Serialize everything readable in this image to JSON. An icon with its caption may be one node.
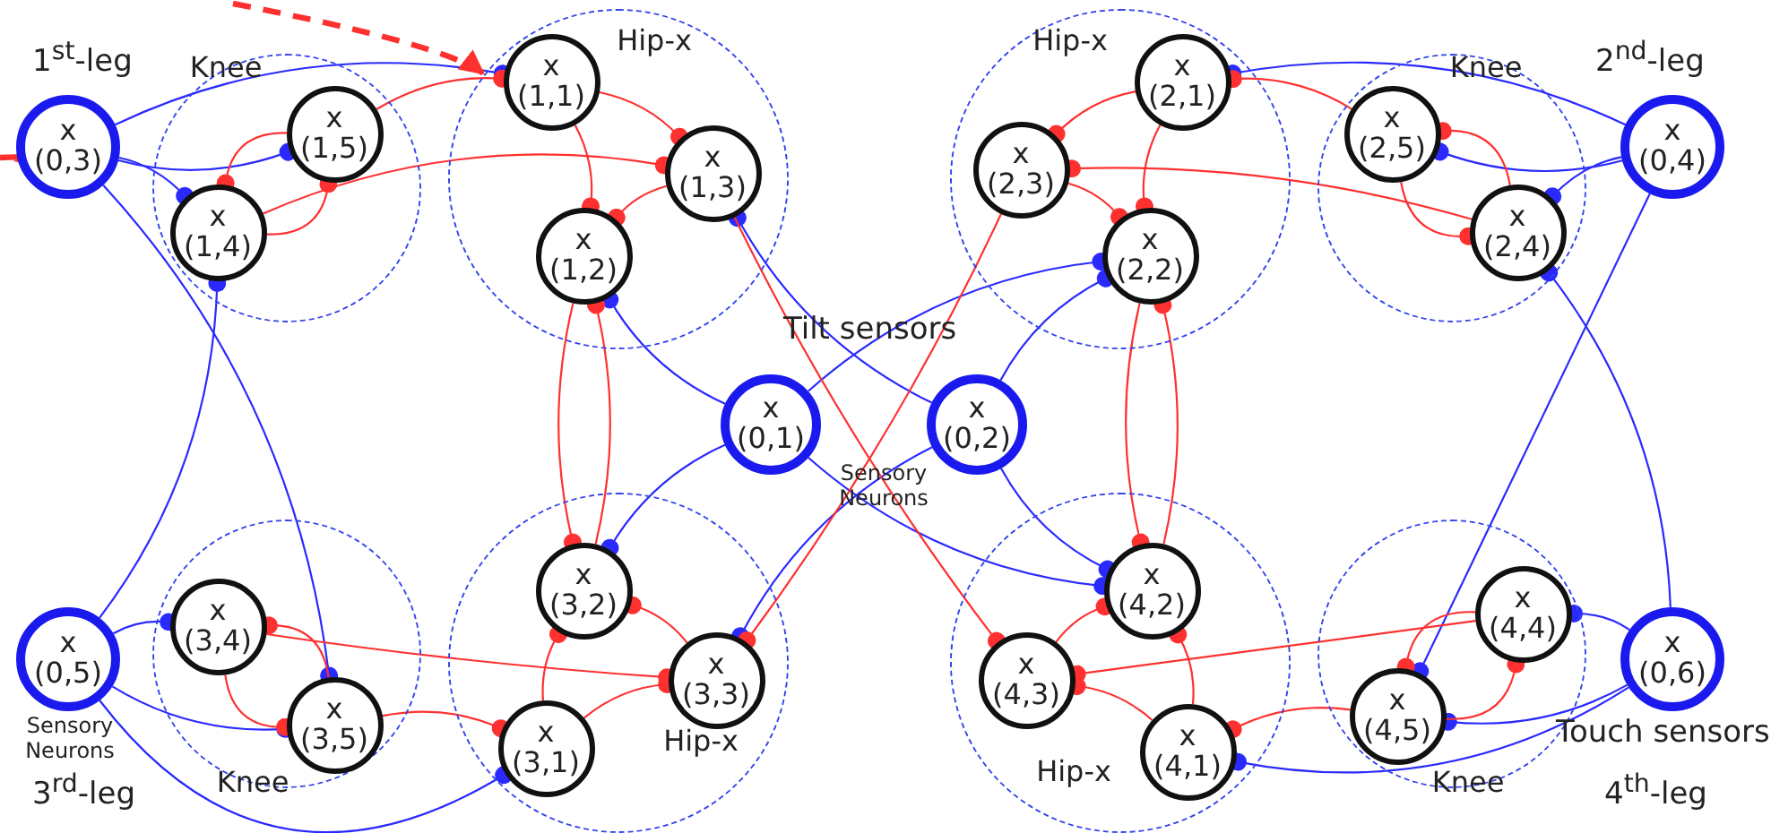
{
  "diagram": {
    "nodes": [
      {
        "text": [
          "Knee"
        ]
      },
      {
        "text": [
          "x (1,5)"
        ],
        "in": 0
      },
      {
        "text": [
          "x (1,4)"
        ],
        "in": 0
      },
      {
        "text": [
          "Hip-x"
        ]
      },
      {
        "text": [
          "x (1,1)"
        ],
        "in": 3
      },
      {
        "text": [
          "x (1,3)"
        ],
        "in": 3
      },
      {
        "text": [
          "x (1,2)"
        ],
        "in": 3
      },
      {
        "text": [
          "Hip-x"
        ]
      },
      {
        "text": [
          "x (2,3)"
        ],
        "in": 7
      },
      {
        "text": [
          "x (2,1)"
        ],
        "in": 7
      },
      {
        "text": [
          "x (2,2)"
        ],
        "in": 7
      },
      {
        "text": [
          "Knee"
        ]
      },
      {
        "text": [
          "x (2,5)"
        ],
        "in": 11
      },
      {
        "text": [
          "x (2,4)"
        ],
        "in": 11
      },
      {
        "text": [
          "x (0,3)"
        ]
      },
      {
        "text": [
          "x (0,4)"
        ]
      },
      {
        "text": [
          "x (0,1)"
        ]
      },
      {
        "text": [
          "x (0,2)"
        ]
      },
      {
        "text": [
          "x (0,5)"
        ]
      },
      {
        "text": [
          "x (0,6)"
        ]
      },
      {
        "text": [
          "Knee"
        ]
      },
      {
        "text": [
          "x (3,4)"
        ],
        "in": 20
      },
      {
        "text": [
          "x (3,5)"
        ],
        "in": 20
      },
      {
        "text": [
          "Hip-x"
        ]
      },
      {
        "text": [
          "x (3,2)"
        ],
        "in": 23
      },
      {
        "text": [
          "x (3,3)"
        ],
        "in": 23
      },
      {
        "text": [
          "x (3,1)"
        ],
        "in": 23
      },
      {
        "text": [
          "Hip-x"
        ]
      },
      {
        "text": [
          "x (4,2)"
        ],
        "in": 27
      },
      {
        "text": [
          "x (4,3)"
        ],
        "in": 27
      },
      {
        "text": [
          "x (4,1)"
        ],
        "in": 27
      },
      {
        "text": [
          "Knee"
        ]
      },
      {
        "text": [
          "x (4,4)"
        ],
        "in": 31
      },
      {
        "text": [
          "x (4,5)"
        ],
        "in": 31
      }
    ],
    "edges": [
      {
        "from": 14,
        "to": 2,
        "arrow": "other",
        "color": "#2a2aff"
      },
      {
        "from": 14,
        "to": 1,
        "arrow": "other",
        "color": "#2a2aff"
      },
      {
        "from": 14,
        "to": 4,
        "arrow": "other",
        "color": "#2a2aff"
      },
      {
        "from": 15,
        "to": 13,
        "arrow": "other",
        "color": "#2a2aff"
      },
      {
        "from": 15,
        "to": 12,
        "arrow": "other",
        "color": "#2a2aff"
      },
      {
        "from": 15,
        "to": 9,
        "arrow": "other",
        "color": "#2a2aff"
      },
      {
        "from": 18,
        "to": 21,
        "arrow": "other",
        "color": "#2a2aff"
      },
      {
        "from": 18,
        "to": 22,
        "arrow": "other",
        "color": "#2a2aff"
      },
      {
        "from": 18,
        "to": 26,
        "arrow": "other",
        "color": "#2a2aff"
      },
      {
        "from": 19,
        "to": 32,
        "arrow": "other",
        "color": "#2a2aff"
      },
      {
        "from": 19,
        "to": 33,
        "arrow": "other",
        "color": "#2a2aff"
      },
      {
        "from": 19,
        "to": 30,
        "arrow": "other",
        "color": "#2a2aff"
      },
      {
        "from": 14,
        "to": 22,
        "arrow": "other",
        "color": "#2a2aff"
      },
      {
        "from": 18,
        "to": 2,
        "arrow": "other",
        "color": "#2a2aff"
      },
      {
        "from": 15,
        "to": 33,
        "arrow": "other",
        "color": "#2a2aff"
      },
      {
        "from": 19,
        "to": 13,
        "arrow": "other",
        "color": "#2a2aff"
      },
      {
        "from": 16,
        "to": 6,
        "arrow": "other",
        "color": "#2a2aff"
      },
      {
        "from": 16,
        "to": 24,
        "arrow": "other",
        "color": "#2a2aff"
      },
      {
        "from": 16,
        "to": 10,
        "arrow": "other",
        "color": "#2a2aff"
      },
      {
        "from": 16,
        "to": 28,
        "arrow": "other",
        "color": "#2a2aff"
      },
      {
        "from": 17,
        "to": 10,
        "arrow": "other",
        "color": "#2a2aff"
      },
      {
        "from": 17,
        "to": 28,
        "arrow": "other",
        "color": "#2a2aff"
      },
      {
        "from": 17,
        "to": 5,
        "arrow": "other",
        "color": "#2a2aff"
      },
      {
        "from": 17,
        "to": 25,
        "arrow": "other",
        "color": "#2a2aff"
      },
      {
        "from": 2,
        "to": 1,
        "arrow": "other"
      },
      {
        "from": 1,
        "to": 2,
        "arrow": "other"
      },
      {
        "from": 1,
        "to": 4,
        "arrow": "other"
      },
      {
        "from": 2,
        "to": 5,
        "arrow": "other"
      },
      {
        "from": 4,
        "to": 6,
        "arrow": "other"
      },
      {
        "from": 5,
        "to": 6,
        "arrow": "other"
      },
      {
        "from": 4,
        "to": 5,
        "arrow": "other"
      },
      {
        "from": 13,
        "to": 12,
        "arrow": "other"
      },
      {
        "from": 12,
        "to": 13,
        "arrow": "other"
      },
      {
        "from": 12,
        "to": 9,
        "arrow": "other"
      },
      {
        "from": 13,
        "to": 8,
        "arrow": "other"
      },
      {
        "from": 9,
        "to": 10,
        "arrow": "other"
      },
      {
        "from": 8,
        "to": 10,
        "arrow": "other"
      },
      {
        "from": 9,
        "to": 8,
        "arrow": "other"
      },
      {
        "from": 21,
        "to": 22,
        "arrow": "other"
      },
      {
        "from": 22,
        "to": 21,
        "arrow": "other"
      },
      {
        "from": 22,
        "to": 26,
        "arrow": "other"
      },
      {
        "from": 21,
        "to": 25,
        "arrow": "other"
      },
      {
        "from": 26,
        "to": 24,
        "arrow": "other"
      },
      {
        "from": 25,
        "to": 24,
        "arrow": "other"
      },
      {
        "from": 26,
        "to": 25,
        "arrow": "other"
      },
      {
        "from": 32,
        "to": 33,
        "arrow": "other"
      },
      {
        "from": 33,
        "to": 32,
        "arrow": "other"
      },
      {
        "from": 33,
        "to": 30,
        "arrow": "other"
      },
      {
        "from": 32,
        "to": 29,
        "arrow": "other"
      },
      {
        "from": 30,
        "to": 28,
        "arrow": "other"
      },
      {
        "from": 29,
        "to": 28,
        "arrow": "other"
      },
      {
        "from": 30,
        "to": 29,
        "arrow": "other"
      },
      {
        "from": 6,
        "to": 24,
        "arrow": "other"
      },
      {
        "from": 24,
        "to": 6,
        "arrow": "other"
      },
      {
        "from": 10,
        "to": 28,
        "arrow": "other"
      },
      {
        "from": 28,
        "to": 10,
        "arrow": "other"
      },
      {
        "from": 5,
        "to": 29,
        "arrow": "other"
      },
      {
        "from": 8,
        "to": 25,
        "arrow": "other"
      },
      {
        "from": null,
        "to": 3,
        "arrow": "to",
        "style": "dashed"
      },
      {
        "from": null,
        "to": 14,
        "arrow": "to",
        "style": "dashed"
      }
    ],
    "labels": [
      "1$^{st}$-leg",
      "2$^{nd}$-leg",
      "Tilt sensors",
      "Sensory Neurons",
      "Sensory Neurons",
      "Touch sensors",
      "3$^{rd}$-leg",
      "4$^{th}$-leg"
    ]
  }
}
